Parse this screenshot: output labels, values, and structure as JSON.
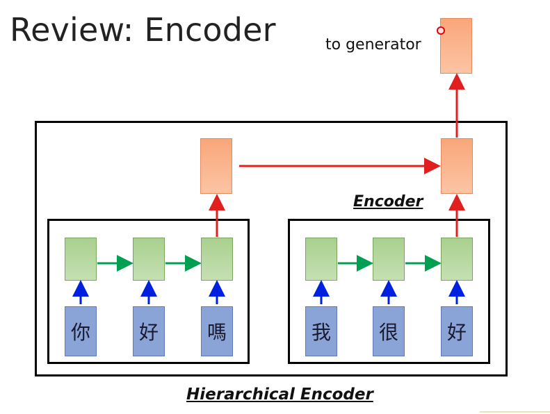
{
  "title": "Review: Encoder",
  "labels": {
    "to_generator": "to generator",
    "encoder": "Encoder",
    "hierarchical_encoder": "Hierarchical Encoder"
  },
  "inputs": {
    "group1": [
      "你",
      "好",
      "嗎"
    ],
    "group2": [
      "我",
      "很",
      "好"
    ]
  },
  "colors": {
    "rnn_cell": "#a9d08e",
    "encoder_cell": "#f9a67a",
    "input_token": "#8aa4d8",
    "forward_arrow": "#00a050",
    "input_arrow": "#0020e0",
    "output_arrow": "#e02020"
  }
}
